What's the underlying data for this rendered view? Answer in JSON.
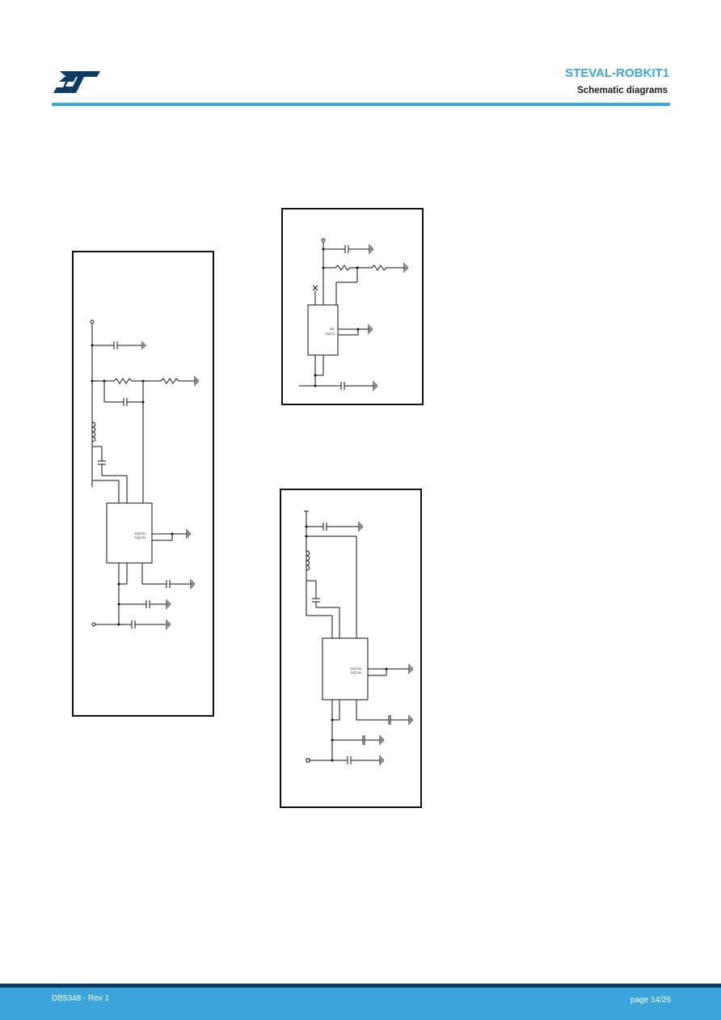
{
  "header": {
    "logo_name": "st-logo",
    "title": "STEVAL-ROBKIT1",
    "subtitle": "Schematic diagrams"
  },
  "colors": {
    "accent": "#3CA6DC",
    "footer_dark": "#0B3A62",
    "line": "#111111"
  },
  "schematics": {
    "left": {
      "chip_pins": [
        "DQT3C",
        "DQT3V"
      ]
    },
    "top_right": {
      "chip_pins": [
        "AS",
        "DQT3"
      ]
    },
    "bottom_right": {
      "chip_pins": [
        "DQT3C",
        "DQT3V"
      ]
    }
  },
  "footer": {
    "doc_id": "DB5348 - Rev 1",
    "page": "page 14/26"
  }
}
